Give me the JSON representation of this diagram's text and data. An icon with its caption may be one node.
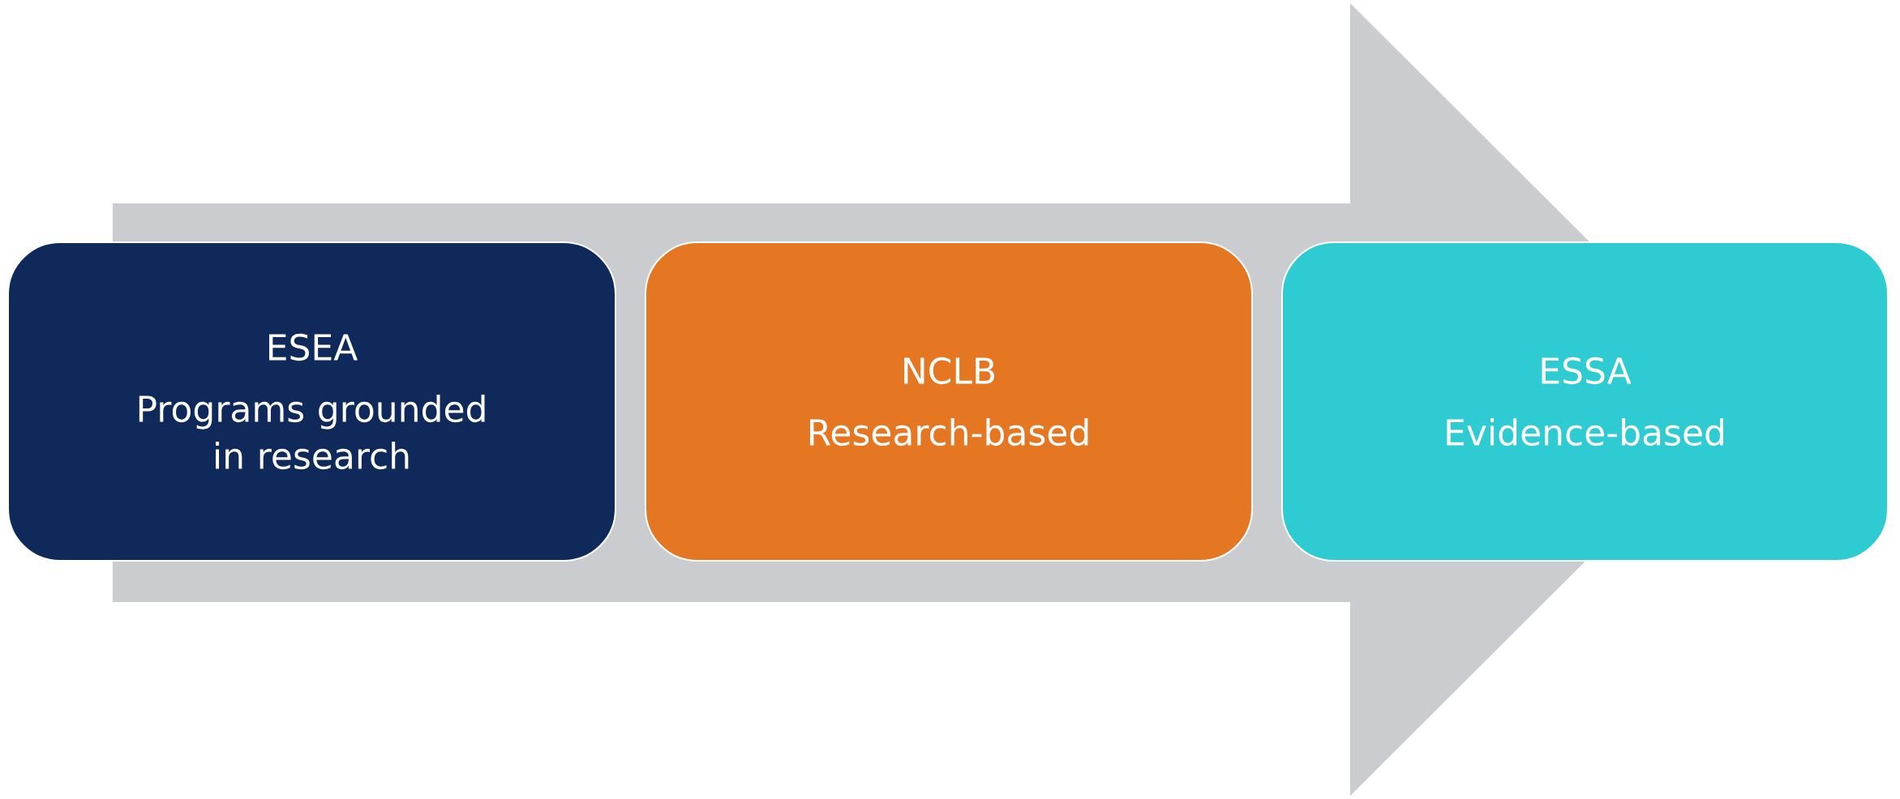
{
  "diagram": {
    "nodes": [
      {
        "text": [
          "ESEA",
          "Programs grounded in research"
        ]
      },
      {
        "text": [
          "NCLB",
          "Research-based"
        ]
      },
      {
        "text": [
          "ESSA",
          "Evidence-based"
        ]
      }
    ],
    "edges": [
      {
        "from": 0,
        "to": 2,
        "arrow": "to"
      }
    ]
  }
}
